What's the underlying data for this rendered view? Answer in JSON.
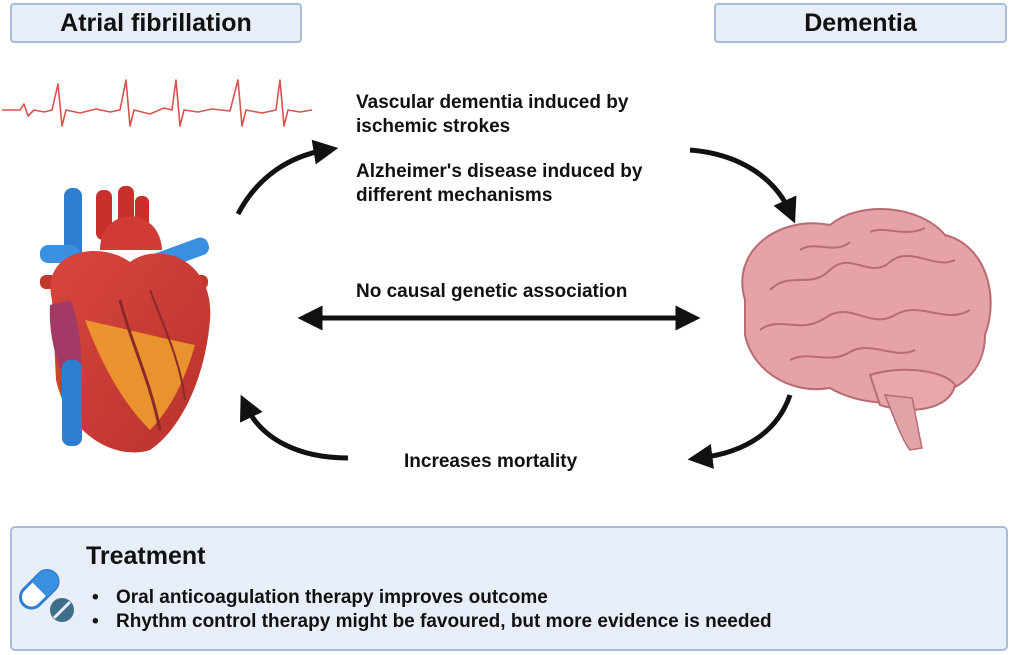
{
  "header": {
    "left_title": "Atrial fibrillation",
    "right_title": "Dementia"
  },
  "relations": {
    "vascular": "Vascular dementia induced by ischemic strokes",
    "alzheimer": "Alzheimer's disease induced by different mechanisms",
    "genetic": "No causal genetic association",
    "mortality": "Increases mortality"
  },
  "icons": {
    "ecg": "ecg-trace-icon",
    "heart": "heart-icon",
    "brain": "brain-icon",
    "pill": "pill-capsule-icon"
  },
  "treatment": {
    "title": "Treatment",
    "items": [
      "Oral anticoagulation therapy improves outcome",
      "Rhythm control therapy might be favoured, but more evidence is needed"
    ]
  },
  "colors": {
    "box_fill": "#e8eef7",
    "box_border": "#a9bcd9",
    "ecg": "#d9534f",
    "arrow": "#111111"
  }
}
